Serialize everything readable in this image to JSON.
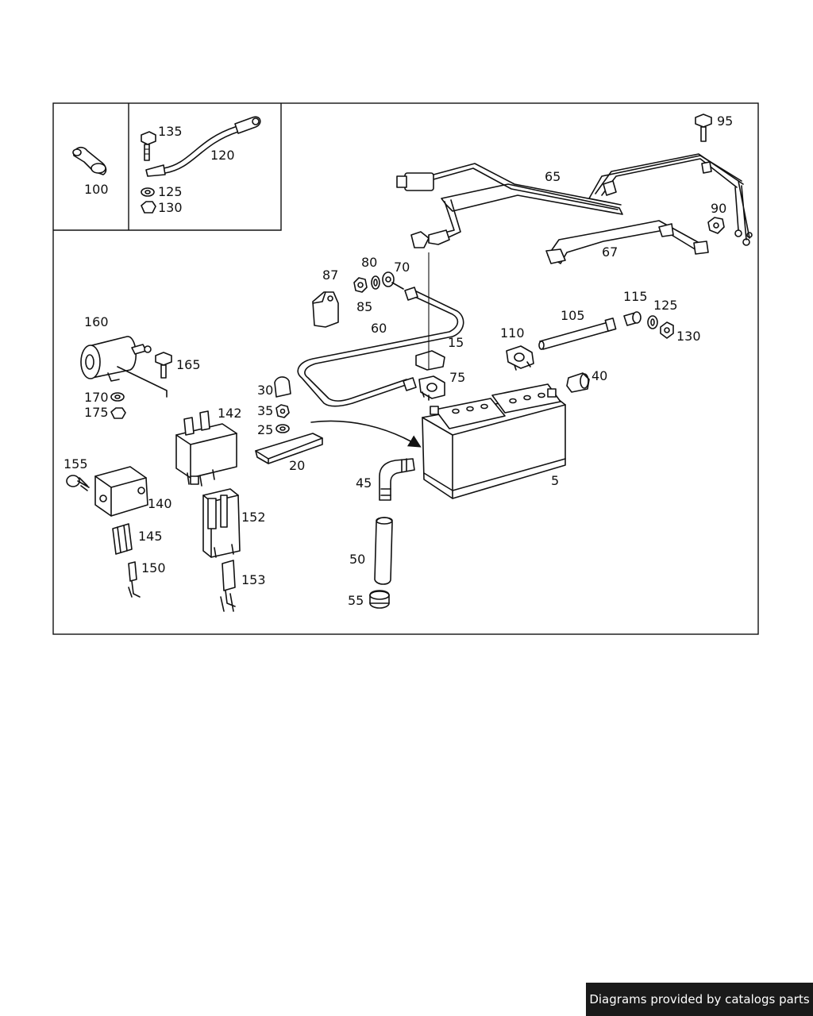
{
  "footer": {
    "credit": "Diagrams provided by catalogs parts"
  },
  "callouts": {
    "c100": "100",
    "c135": "135",
    "c120": "120",
    "c125a": "125",
    "c130a": "130",
    "c95": "95",
    "c65": "65",
    "c90": "90",
    "c67": "67",
    "c87": "87",
    "c80": "80",
    "c70": "70",
    "c85": "85",
    "c60": "60",
    "c15": "15",
    "c110": "110",
    "c105": "105",
    "c115": "115",
    "c125b": "125",
    "c130b": "130",
    "c160": "160",
    "c165": "165",
    "c170": "170",
    "c175": "175",
    "c30": "30",
    "c35": "35",
    "c25": "25",
    "c20": "20",
    "c75": "75",
    "c40": "40",
    "c142": "142",
    "c155": "155",
    "c140": "140",
    "c145": "145",
    "c150": "150",
    "c152": "152",
    "c153": "153",
    "c45": "45",
    "c50": "50",
    "c55": "55",
    "c5": "5"
  }
}
